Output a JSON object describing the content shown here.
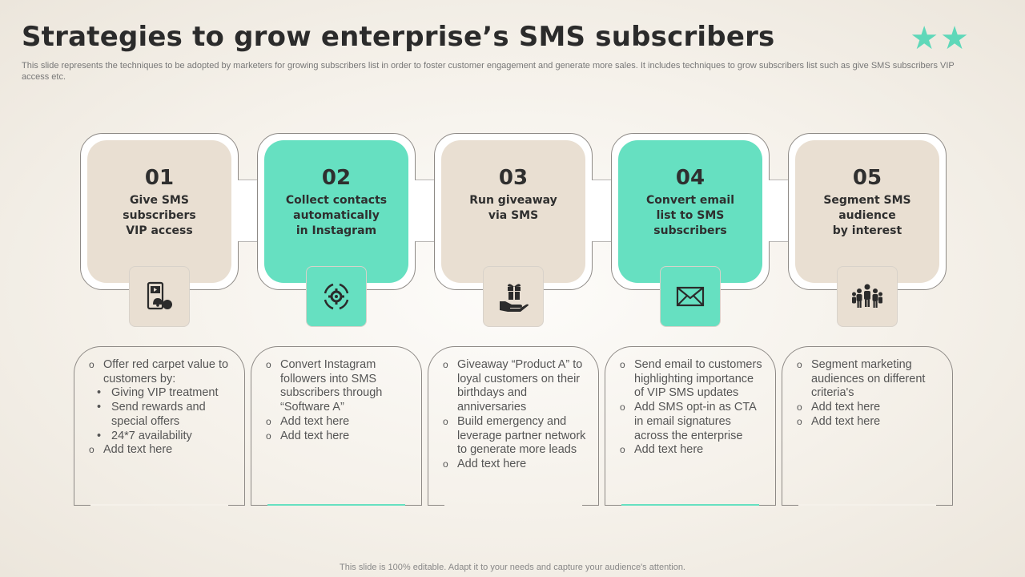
{
  "header": {
    "title": "Strategies to grow enterprise’s SMS subscribers",
    "subtitle": "This slide represents the techniques to be adopted by marketers for growing subscribers list in order to foster customer engagement and generate more sales. It includes techniques to grow subscribers list such as give SMS subscribers VIP access etc.",
    "stars": [
      "★",
      "★"
    ]
  },
  "colors": {
    "teal": "#66e0c1",
    "tan": "#e9dfd2",
    "text": "#2f2f2f"
  },
  "steps": [
    {
      "number": "01",
      "title": "Give SMS\nsubscribers\nVIP access",
      "style": "tan",
      "icon": "mobile-video-notification-icon",
      "details": [
        {
          "level": 1,
          "text": "Offer red carpet value to customers by:"
        },
        {
          "level": 2,
          "text": "Giving VIP treatment"
        },
        {
          "level": 2,
          "text": "Send rewards and special offers"
        },
        {
          "level": 2,
          "text": "24*7 availability"
        },
        {
          "level": 1,
          "text": "Add text here"
        }
      ]
    },
    {
      "number": "02",
      "title": "Collect contacts\nautomatically\nin Instagram",
      "style": "teal",
      "icon": "gear-sync-icon",
      "details": [
        {
          "level": 1,
          "text": "Convert Instagram followers into SMS subscribers through “Software A”"
        },
        {
          "level": 1,
          "text": "Add text here"
        },
        {
          "level": 1,
          "text": "Add text here"
        }
      ]
    },
    {
      "number": "03",
      "title": "Run giveaway\nvia SMS",
      "style": "tan",
      "icon": "gift-hand-icon",
      "details": [
        {
          "level": 1,
          "text": "Giveaway “Product A” to loyal customers on their birthdays and anniversaries"
        },
        {
          "level": 1,
          "text": "Build emergency and leverage partner network to generate more leads"
        },
        {
          "level": 1,
          "text": "Add text here"
        }
      ]
    },
    {
      "number": "04",
      "title": "Convert email\nlist to SMS\nsubscribers",
      "style": "teal",
      "icon": "envelope-icon",
      "details": [
        {
          "level": 1,
          "text": "Send email to customers highlighting importance of VIP SMS updates"
        },
        {
          "level": 1,
          "text": "Add SMS opt-in as CTA in email signatures across the enterprise"
        },
        {
          "level": 1,
          "text": "Add text here"
        }
      ]
    },
    {
      "number": "05",
      "title": "Segment SMS\naudience\nby interest",
      "style": "tan",
      "icon": "people-group-icon",
      "details": [
        {
          "level": 1,
          "text": "Segment marketing audiences on different criteria's"
        },
        {
          "level": 1,
          "text": "Add text here"
        },
        {
          "level": 1,
          "text": "Add text here"
        }
      ]
    }
  ],
  "footer": "This slide is 100% editable. Adapt it to your needs and capture your audience's attention."
}
